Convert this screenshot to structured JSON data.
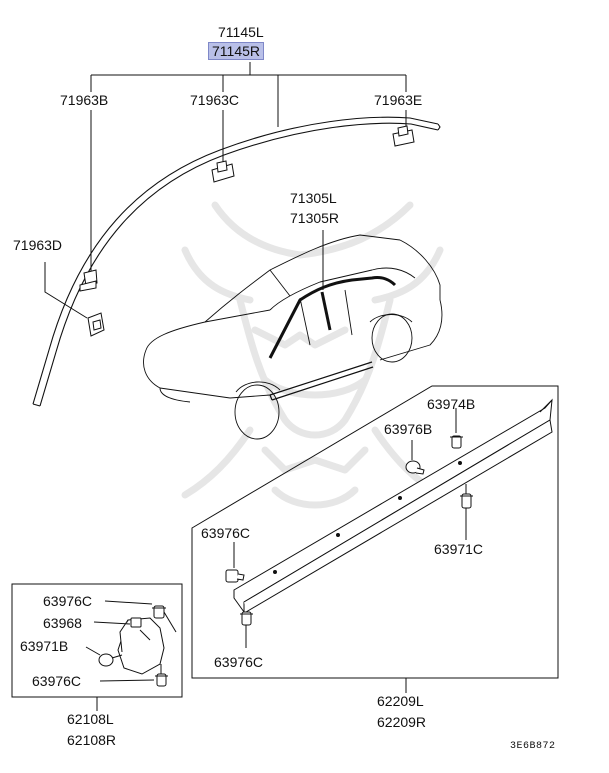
{
  "diagram": {
    "drawing_code": "3E6B872",
    "colors": {
      "line": "#111111",
      "highlight": "#b9c0e8",
      "highlight_border": "#7f88c8",
      "watermark": "#e4e4e4"
    },
    "parts": {
      "p71145L": "71145L",
      "p71145R": "71145R",
      "p71963B": "71963B",
      "p71963C": "71963C",
      "p71963E": "71963E",
      "p71963D": "71963D",
      "p71305L": "71305L",
      "p71305R": "71305R",
      "p63974B": "63974B",
      "p63976B": "63976B",
      "p63971C": "63971C",
      "p63976C_a": "63976C",
      "p63976C_b": "63976C",
      "p62209L": "62209L",
      "p62209R": "62209R",
      "p63976C_c": "63976C",
      "p63968": "63968",
      "p63971B": "63971B",
      "p63976C_d": "63976C",
      "p62108L": "62108L",
      "p62108R": "62108R"
    },
    "watermark_icon": "samurai-helmet-icon"
  }
}
